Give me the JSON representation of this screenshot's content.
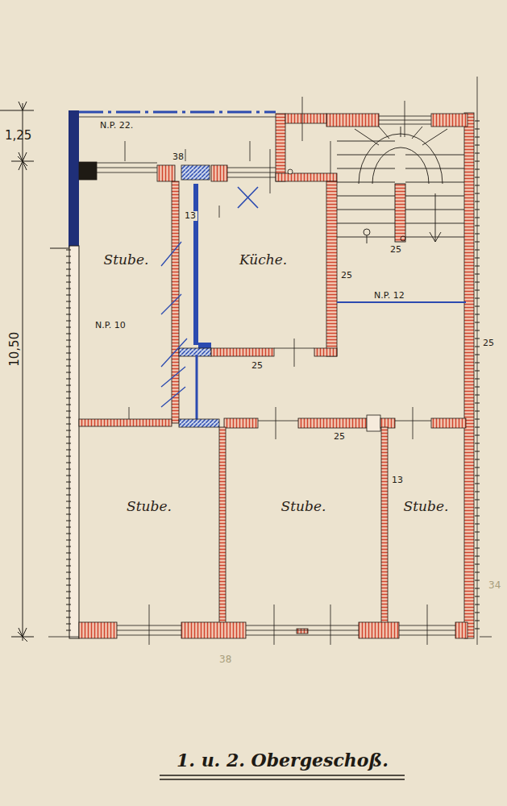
{
  "diagram": {
    "title": "1. u. 2. Obergeschoß.",
    "nodes": [
      {
        "text": [
          "Stube."
        ]
      },
      {
        "text": [
          "Küche."
        ]
      },
      {
        "text": [
          "Stube."
        ]
      },
      {
        "text": [
          "Stube."
        ]
      },
      {
        "text": [
          "Stube."
        ]
      }
    ],
    "labels": [
      "1,25",
      "10,50",
      "N.P. 22.",
      "38",
      "13",
      "25",
      "N.P. 10",
      "N.P. 12",
      "25",
      "25",
      "25",
      "25",
      "13",
      "38",
      "34"
    ]
  }
}
